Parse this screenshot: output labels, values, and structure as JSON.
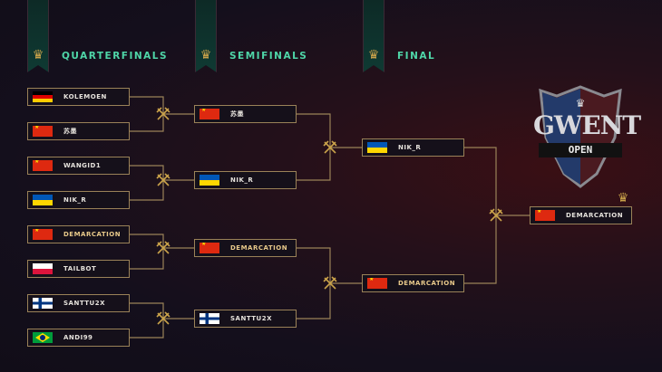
{
  "rounds": {
    "quarterfinals": "QUARTERFINALS",
    "semifinals": "SEMIFINALS",
    "final": "FINAL"
  },
  "logo": {
    "title": "GWENT",
    "subtitle": "OPEN"
  },
  "quarterfinals": [
    {
      "name": "KOLEMOEN",
      "flag": "germany"
    },
    {
      "name": "苏墨",
      "flag": "china"
    },
    {
      "name": "WANGID1",
      "flag": "china"
    },
    {
      "name": "NIK_R",
      "flag": "ukraine"
    },
    {
      "name": "DEMARCATION",
      "flag": "china"
    },
    {
      "name": "TAILBOT",
      "flag": "poland"
    },
    {
      "name": "SANTTU2X",
      "flag": "finland"
    },
    {
      "name": "ANDI99",
      "flag": "brazil"
    }
  ],
  "semifinals": [
    {
      "name": "苏墨",
      "flag": "china"
    },
    {
      "name": "NIK_R",
      "flag": "ukraine"
    },
    {
      "name": "DEMARCATION",
      "flag": "china"
    },
    {
      "name": "SANTTU2X",
      "flag": "finland"
    }
  ],
  "final": [
    {
      "name": "NIK_R",
      "flag": "ukraine"
    },
    {
      "name": "DEMARCATION",
      "flag": "china"
    }
  ],
  "champion": {
    "name": "DEMARCATION",
    "flag": "china"
  },
  "colors": {
    "accent": "#4fd6a8",
    "gold": "#c9a24a",
    "border": "#9a8258"
  }
}
